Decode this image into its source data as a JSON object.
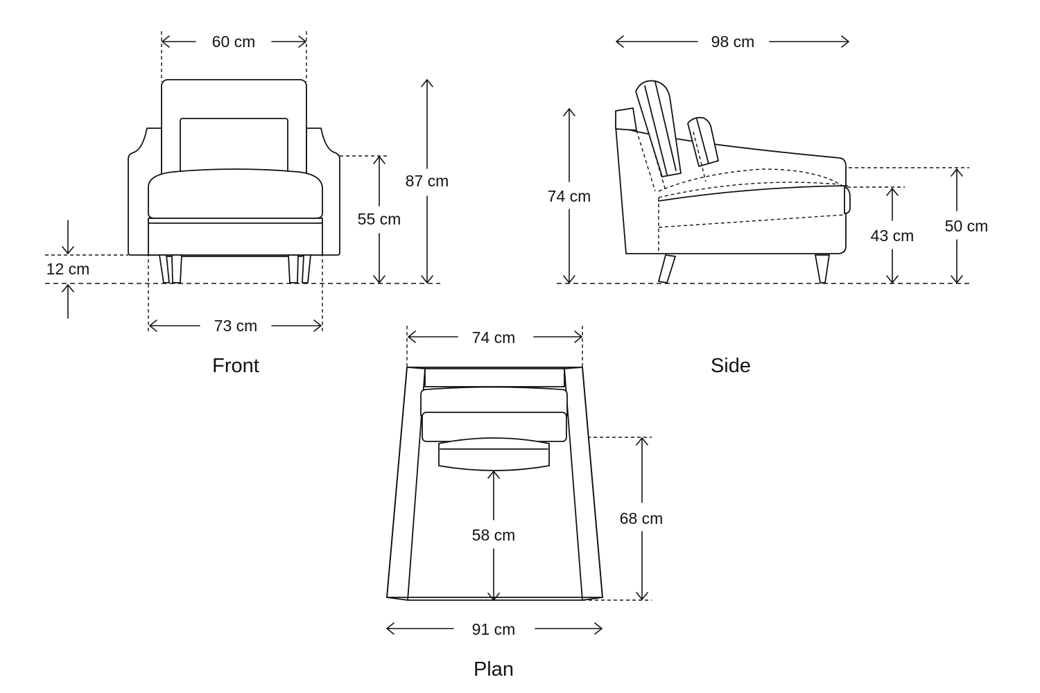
{
  "views": {
    "front": "Front",
    "side": "Side",
    "plan": "Plan"
  },
  "dimensions": {
    "front_back_width": "60 cm",
    "front_height": "87 cm",
    "front_arm_height": "55 cm",
    "front_leg_height": "12 cm",
    "front_width": "73 cm",
    "side_depth": "98 cm",
    "side_back_height": "74 cm",
    "side_seat_height": "43 cm",
    "side_arm_height": "50 cm",
    "plan_back_width": "74 cm",
    "plan_seat_depth": "58 cm",
    "plan_arm_depth": "68 cm",
    "plan_width": "91 cm"
  }
}
